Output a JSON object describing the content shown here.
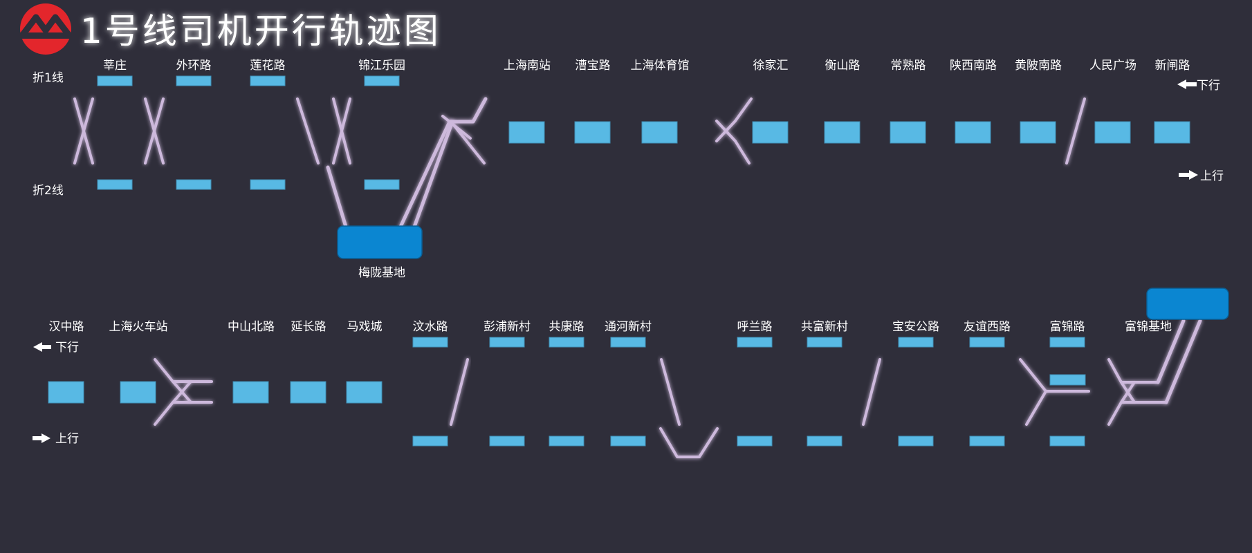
{
  "title": "1号线司机开行轨迹图",
  "logo": {
    "name": "shanghai-metro-logo",
    "color": "#e3262c"
  },
  "colors": {
    "background": "#2f2e3a",
    "track": "#cdb9dc",
    "platform": "#58b9e4",
    "depot": "#0b86d1",
    "text": "#ffffff"
  },
  "section1": {
    "turnback_1": "折1线",
    "turnback_2": "折2线",
    "down_label": "下行",
    "up_label": "上行",
    "stations": [
      "莘庄",
      "外环路",
      "莲花路",
      "锦江乐园",
      "上海南站",
      "漕宝路",
      "上海体育馆",
      "徐家汇",
      "衡山路",
      "常熟路",
      "陕西南路",
      "黄陂南路",
      "人民广场",
      "新闸路"
    ],
    "depot": "梅陇基地"
  },
  "section2": {
    "down_label": "下行",
    "up_label": "上行",
    "stations": [
      "汉中路",
      "上海火车站",
      "中山北路",
      "延长路",
      "马戏城",
      "汶水路",
      "彭浦新村",
      "共康路",
      "通河新村",
      "呼兰路",
      "共富新村",
      "宝安公路",
      "友谊西路",
      "富锦路"
    ],
    "depot": "富锦基地"
  }
}
